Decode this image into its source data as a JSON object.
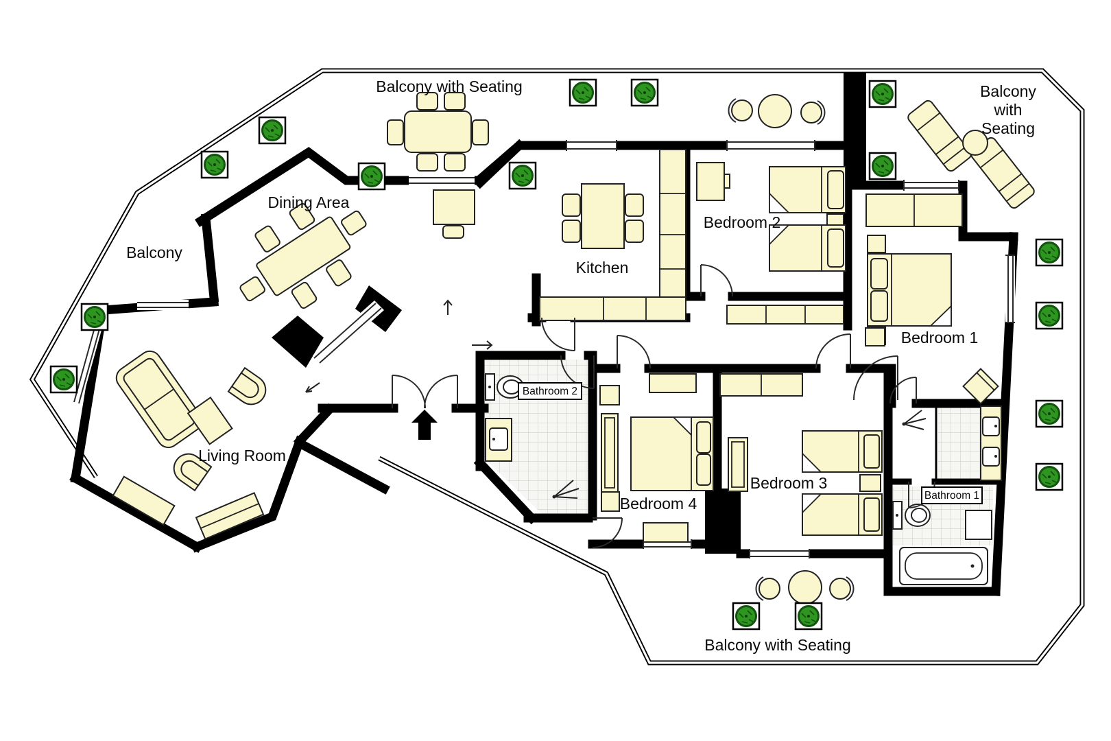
{
  "floor_plan": {
    "labels": {
      "balcony_top": "Balcony with Seating",
      "balcony_right_line1": "Balcony",
      "balcony_right_line2": "with",
      "balcony_right_line3": "Seating",
      "balcony_left": "Balcony",
      "dining_area": "Dining Area",
      "kitchen": "Kitchen",
      "bedroom_1": "Bedroom 1",
      "bedroom_2": "Bedroom 2",
      "bedroom_3": "Bedroom 3",
      "bedroom_4": "Bedroom 4",
      "living_room": "Living Room",
      "bathroom_1": "Bathroom 1",
      "bathroom_2": "Bathroom 2",
      "balcony_bottom": "Balcony with Seating"
    },
    "colors": {
      "wall": "#000000",
      "furniture_fill": "#FAF6CE",
      "tree_fill": "#2E9620",
      "tree_stroke": "#14520F",
      "tile_line": "#c8c8c6",
      "background": "#ffffff"
    },
    "icons": [
      "tree-icon",
      "double-bed",
      "single-bed",
      "sofa-icon",
      "armchair-icon",
      "dining-table",
      "round-table",
      "sun-lounger",
      "toilet-icon",
      "sink-icon",
      "bathtub-icon",
      "shower-spray-icon",
      "entry-arrow-icon",
      "wardrobe",
      "kitchen-counter",
      "door-swing"
    ]
  }
}
